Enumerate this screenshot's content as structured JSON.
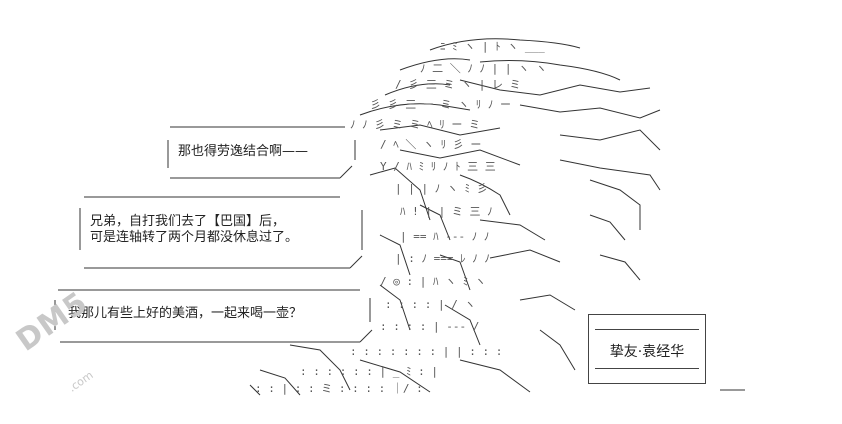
{
  "bubbles": {
    "b1": {
      "line1": "那也得劳逸结合啊——"
    },
    "b2": {
      "line1": "兄弟，自打我们去了【巴国】后，",
      "line2": "可是连轴转了两个月都没休息过了。"
    },
    "b3": {
      "line1": "我那儿有些上好的美酒，一起来喝一壶？"
    }
  },
  "nameplate": {
    "label": "挚友·袁经华"
  },
  "watermark": {
    "logo": "DM5",
    "site": ".com"
  },
  "colors": {
    "ink": "#222222",
    "background": "#ffffff",
    "watermark": "#c8c8c8"
  }
}
